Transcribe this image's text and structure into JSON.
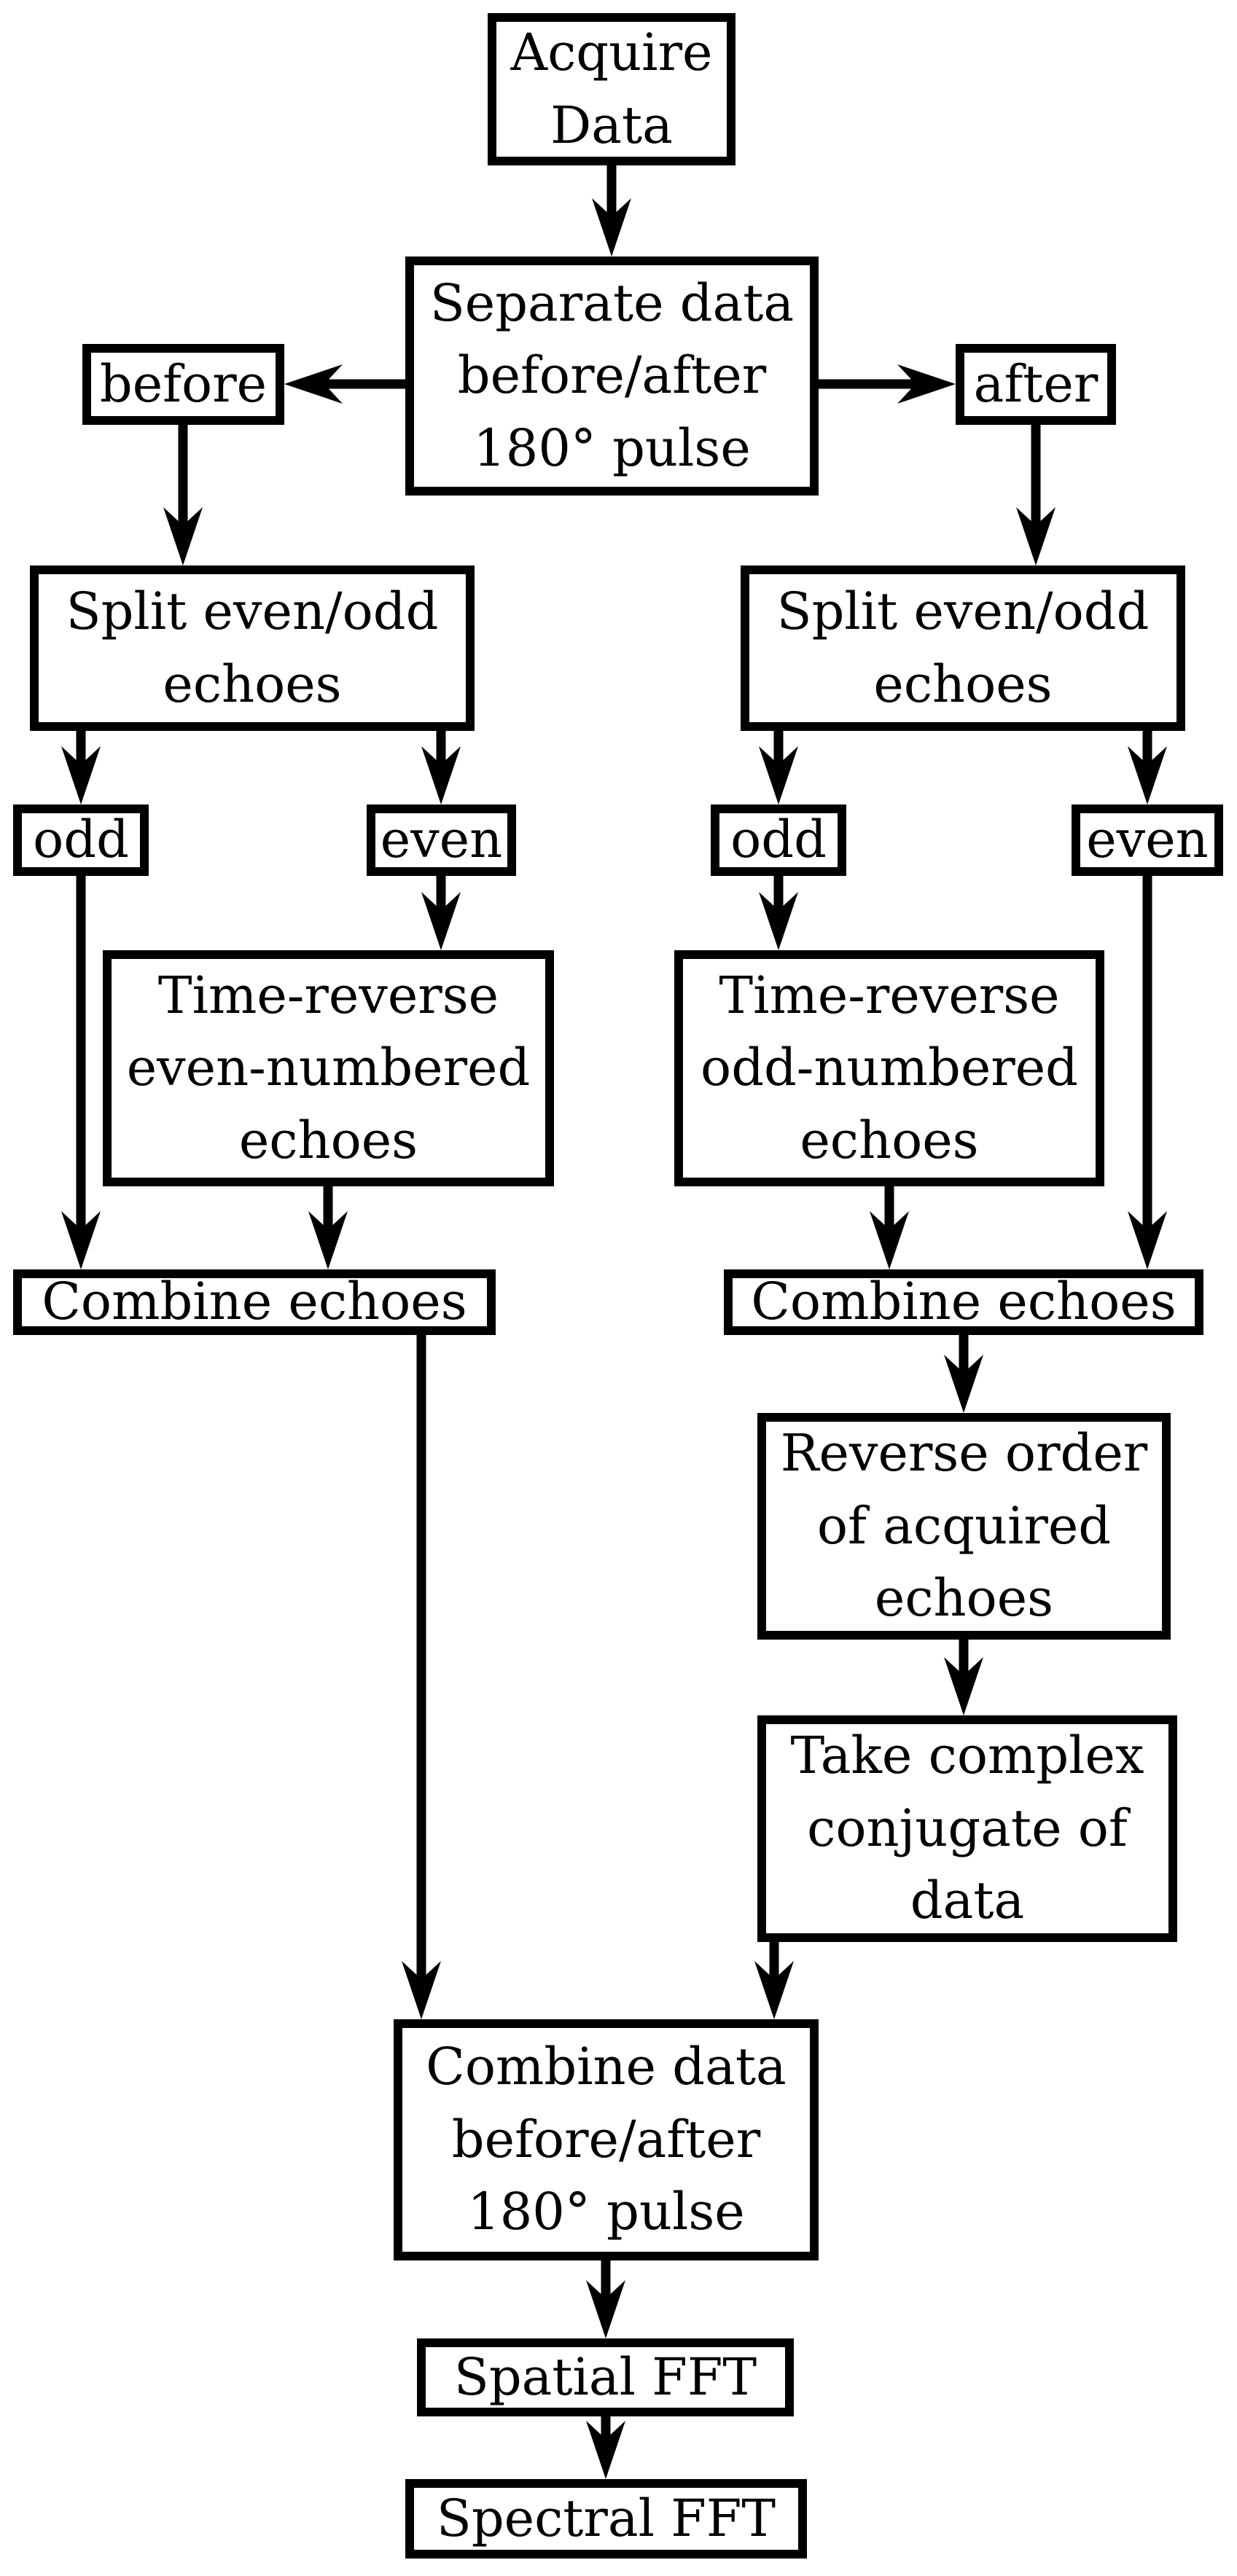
{
  "diagram": {
    "type": "flowchart",
    "background_color": "#ffffff",
    "line_color": "#000000",
    "box_fill_color": "#ffffff",
    "nodes": {
      "acquire": {
        "label": "Acquire\nData"
      },
      "separate": {
        "label": "Separate data\nbefore/after\n180° pulse"
      },
      "before": {
        "label": "before"
      },
      "after": {
        "label": "after"
      },
      "split_left": {
        "label": "Split even/odd\nechoes"
      },
      "split_right": {
        "label": "Split even/odd\nechoes"
      },
      "odd_left": {
        "label": "odd"
      },
      "even_left": {
        "label": "even"
      },
      "odd_right": {
        "label": "odd"
      },
      "even_right": {
        "label": "even"
      },
      "timerev_left": {
        "label": "Time-reverse\neven-numbered\nechoes"
      },
      "timerev_right": {
        "label": "Time-reverse\nodd-numbered\nechoes"
      },
      "combine_left": {
        "label": "Combine echoes"
      },
      "combine_right": {
        "label": "Combine echoes"
      },
      "reverse_order": {
        "label": "Reverse order\nof acquired\nechoes"
      },
      "take_conjugate": {
        "label": "Take complex\nconjugate of\ndata"
      },
      "combine_data": {
        "label": "Combine data\nbefore/after\n180° pulse"
      },
      "spatial_fft": {
        "label": "Spatial FFT"
      },
      "spectral_fft": {
        "label": "Spectral FFT"
      }
    },
    "edges": [
      {
        "from": "acquire",
        "to": "separate"
      },
      {
        "from": "separate",
        "to": "before"
      },
      {
        "from": "separate",
        "to": "after"
      },
      {
        "from": "before",
        "to": "split_left"
      },
      {
        "from": "after",
        "to": "split_right"
      },
      {
        "from": "split_left",
        "to": "odd_left"
      },
      {
        "from": "split_left",
        "to": "even_left"
      },
      {
        "from": "split_right",
        "to": "odd_right"
      },
      {
        "from": "split_right",
        "to": "even_right"
      },
      {
        "from": "even_left",
        "to": "timerev_left"
      },
      {
        "from": "odd_left",
        "to": "combine_left"
      },
      {
        "from": "odd_right",
        "to": "timerev_right"
      },
      {
        "from": "even_right",
        "to": "combine_right"
      },
      {
        "from": "timerev_left",
        "to": "combine_left"
      },
      {
        "from": "timerev_right",
        "to": "combine_right"
      },
      {
        "from": "combine_right",
        "to": "reverse_order"
      },
      {
        "from": "reverse_order",
        "to": "take_conjugate"
      },
      {
        "from": "take_conjugate",
        "to": "combine_data"
      },
      {
        "from": "combine_left",
        "to": "combine_data"
      },
      {
        "from": "combine_data",
        "to": "spatial_fft"
      },
      {
        "from": "spatial_fft",
        "to": "spectral_fft"
      }
    ]
  }
}
